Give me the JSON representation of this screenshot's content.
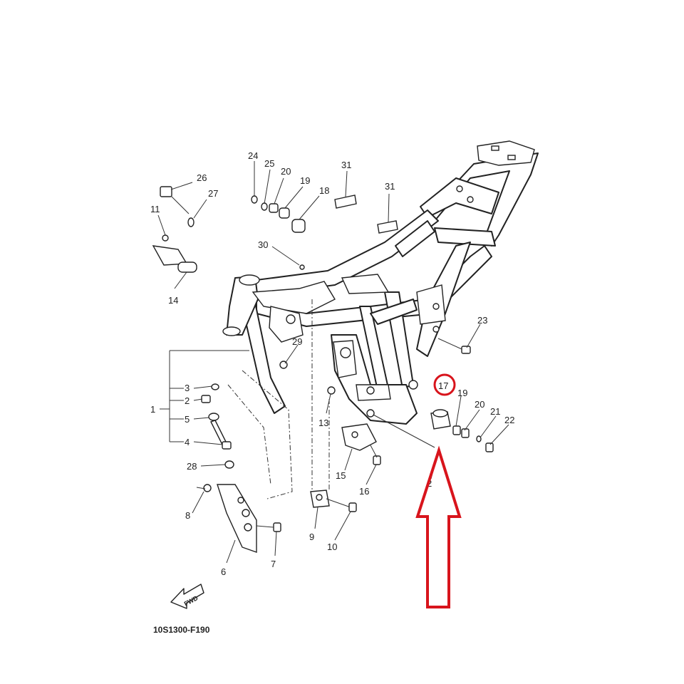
{
  "diagram": {
    "code": "10S1300-F190",
    "fwd_label": "FWD",
    "highlight_color": "#d8141c",
    "callouts": {
      "c1": "1",
      "c2a": "2",
      "c2b": "2",
      "c3": "3",
      "c4": "4",
      "c5": "5",
      "c6": "6",
      "c7": "7",
      "c8": "8",
      "c9": "9",
      "c10": "10",
      "c11": "11",
      "c13": "13",
      "c14": "14",
      "c15": "15",
      "c16": "16",
      "c17": "17",
      "c18": "18",
      "c19a": "19",
      "c19b": "19",
      "c20a": "20",
      "c20b": "20",
      "c21": "21",
      "c22": "22",
      "c23": "23",
      "c24": "24",
      "c25": "25",
      "c26": "26",
      "c27": "27",
      "c28": "28",
      "c29": "29",
      "c30": "30",
      "c31a": "31",
      "c31b": "31"
    }
  }
}
